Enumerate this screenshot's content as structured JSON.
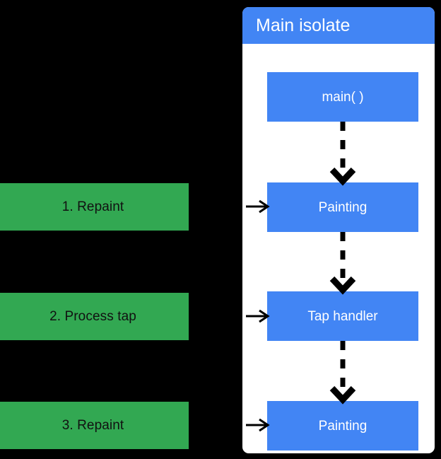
{
  "diagram": {
    "title_text": "Main isolate",
    "background_color": "#000000",
    "accent_blue": "#4285f4",
    "accent_green": "#32a852",
    "panel_color": "#ffffff"
  },
  "panel": {
    "header": {
      "label": "Main isolate"
    },
    "nodes": [
      {
        "id": "main",
        "label": "main( )"
      },
      {
        "id": "painting1",
        "label": "Painting"
      },
      {
        "id": "tap",
        "label": "Tap handler"
      },
      {
        "id": "painting2",
        "label": "Painting"
      }
    ]
  },
  "steps": [
    {
      "id": "step-1",
      "label": "1. Repaint"
    },
    {
      "id": "step-2",
      "label": "2. Process tap"
    },
    {
      "id": "step-3",
      "label": "3. Repaint"
    }
  ],
  "connectors": {
    "dashed_vertical": [
      {
        "from": "main",
        "to": "painting1"
      },
      {
        "from": "painting1",
        "to": "tap"
      },
      {
        "from": "tap",
        "to": "painting2"
      }
    ],
    "solid_horizontal": [
      {
        "from": "step-1",
        "to": "painting1"
      },
      {
        "from": "step-2",
        "to": "tap"
      },
      {
        "from": "step-3",
        "to": "painting2"
      }
    ],
    "stroke_color": "#000000"
  }
}
